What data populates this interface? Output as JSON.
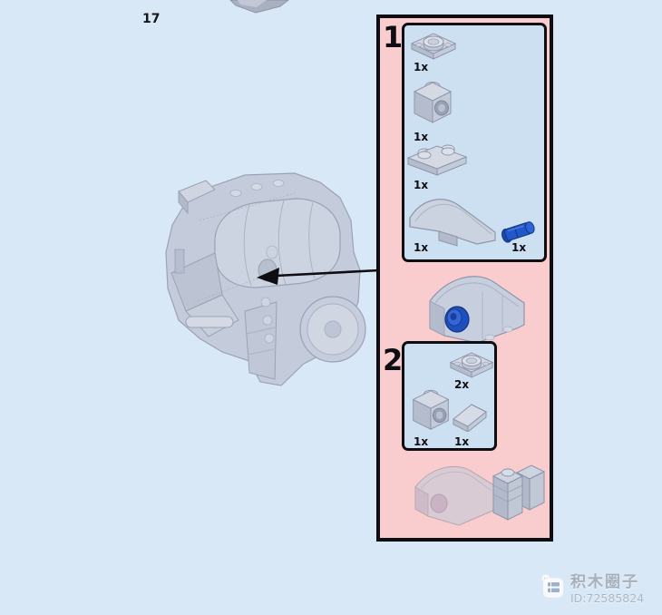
{
  "page": {
    "step_number": "17"
  },
  "panel": {
    "steps": [
      {
        "number": "1",
        "parts": [
          {
            "name": "plate-2x2-center-stud",
            "qty": "1x"
          },
          {
            "name": "brick-1x1-technic-hole",
            "qty": "1x"
          },
          {
            "name": "plate-1x2",
            "qty": "1x"
          },
          {
            "name": "slope-curved-1x4",
            "qty": "1x"
          },
          {
            "name": "technic-pin-blue",
            "qty": "1x"
          }
        ]
      },
      {
        "number": "2",
        "parts": [
          {
            "name": "plate-2x2-center-stud",
            "qty": "2x"
          },
          {
            "name": "brick-1x1-technic-hole",
            "qty": "1x"
          },
          {
            "name": "slope-1x1",
            "qty": "1x"
          }
        ]
      }
    ]
  },
  "watermark": {
    "app_name": "积木圈子",
    "id_text": "ID:72585824"
  },
  "colors": {
    "background": "#d9e8f6",
    "panel_pink": "#f9cdcd",
    "box_blue": "#cde0f2",
    "border_black": "#0d0d12",
    "part_gray": "#c7cedd",
    "part_gray_light": "#d4d9e4",
    "part_gray_dark": "#b4bccd",
    "pin_blue": "#2157c8",
    "ghost_pink": "#d9cbd4"
  }
}
